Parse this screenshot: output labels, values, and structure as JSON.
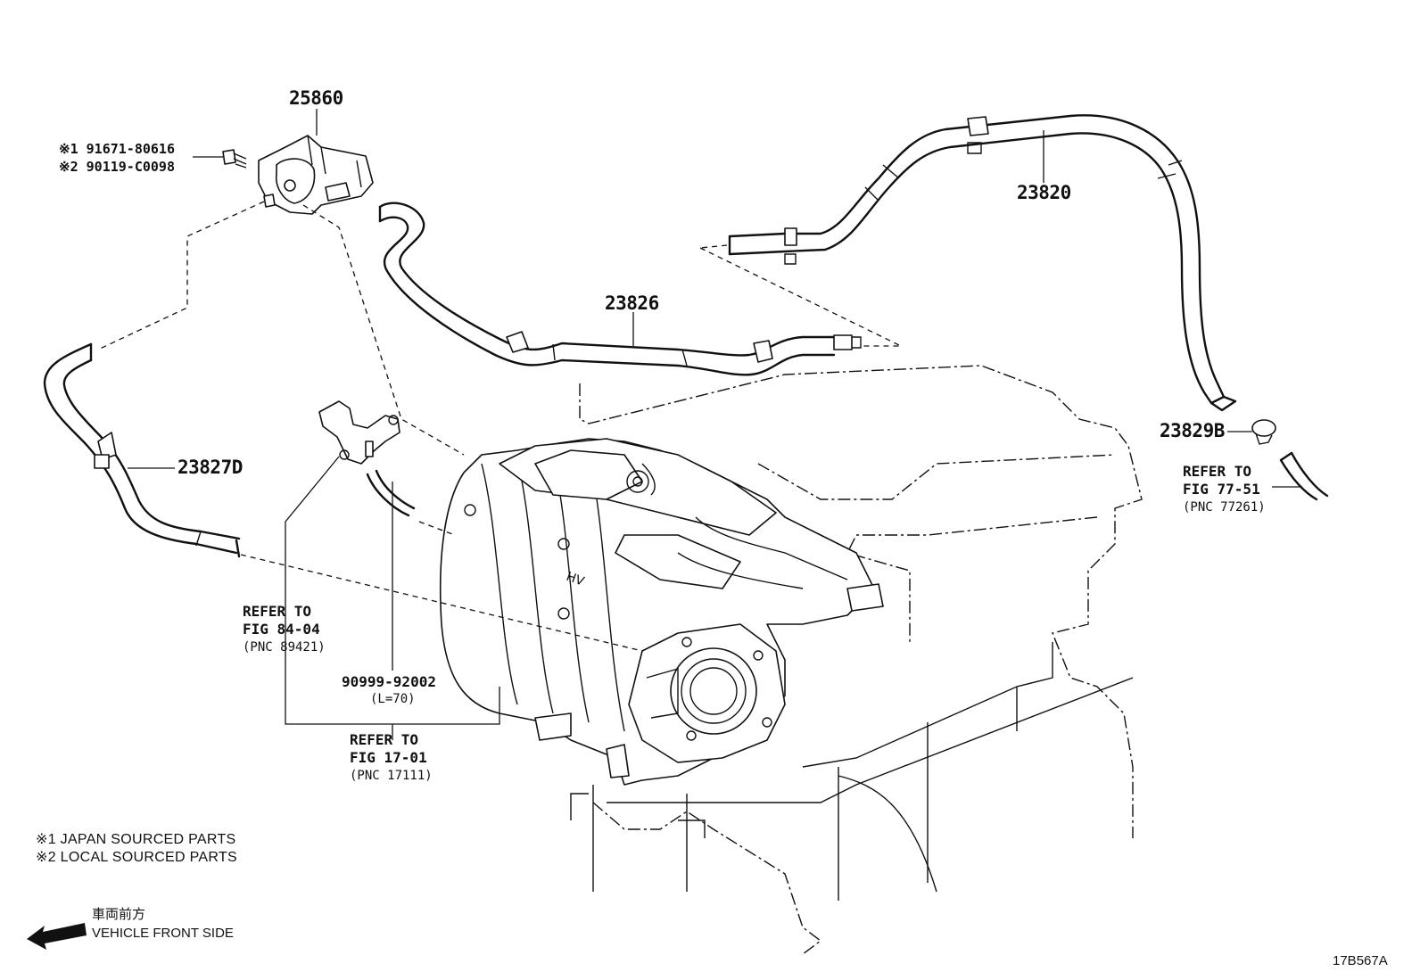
{
  "parts": {
    "p25860": "25860",
    "p23820": "23820",
    "p23826": "23826",
    "p23827d": "23827D",
    "p23829b": "23829B",
    "p90999": "90999-92002",
    "p90999_len": "(L=70)"
  },
  "bolt": {
    "line1": "※1 91671-80616",
    "line2": "※2 90119-C0098"
  },
  "refs": {
    "fig84": {
      "l1": "REFER TO",
      "l2": "FIG 84-04",
      "l3": "(PNC 89421)"
    },
    "fig17": {
      "l1": "REFER TO",
      "l2": "FIG 17-01",
      "l3": "(PNC 17111)"
    },
    "fig77": {
      "l1": "REFER TO",
      "l2": "FIG 77-51",
      "l3": "(PNC 77261)"
    }
  },
  "legend": {
    "note1": "※1  JAPAN SOURCED PARTS",
    "note2": "※2  LOCAL SOURCED PARTS",
    "front_jp": "車両前方",
    "front_en": "VEHICLE FRONT SIDE"
  },
  "drawing_id": "17B567A",
  "icons": [
    "front-arrow-icon"
  ]
}
